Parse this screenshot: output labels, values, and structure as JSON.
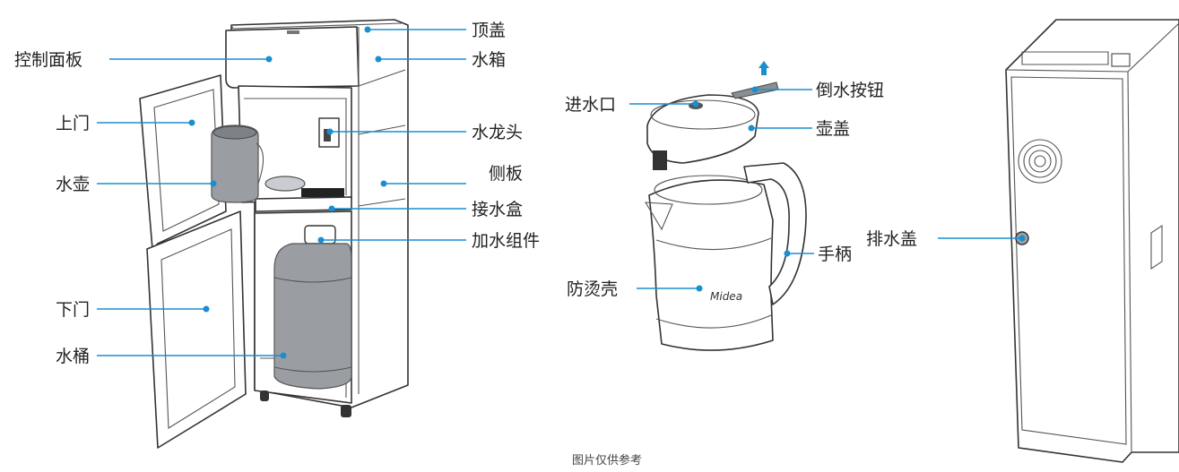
{
  "labels": {
    "top_cover": "顶盖",
    "control_panel": "控制面板",
    "water_tank": "水箱",
    "upper_door": "上门",
    "faucet": "水龙头",
    "kettle": "水壶",
    "side_panel": "侧板",
    "drip_tray": "接水盒",
    "water_fill_assembly": "加水组件",
    "lower_door": "下门",
    "bucket": "水桶",
    "water_inlet": "进水口",
    "pour_button": "倒水按钮",
    "kettle_lid": "壶盖",
    "handle": "手柄",
    "anti_scald_shell": "防烫壳",
    "drain_cover": "排水盖"
  },
  "brand": "Midea",
  "caption": "图片仅供参考",
  "colors": {
    "leader": "#1a8fd0",
    "outline": "#333333"
  }
}
